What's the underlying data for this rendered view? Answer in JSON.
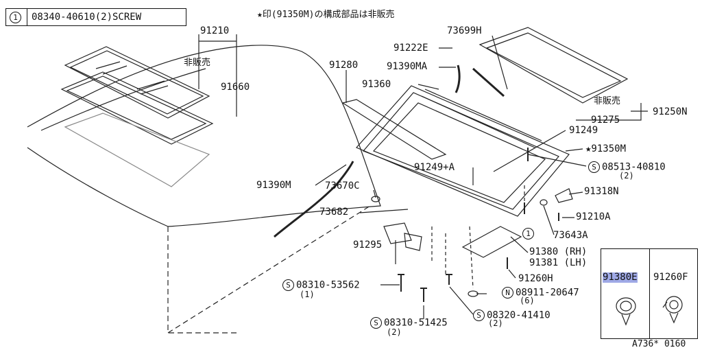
{
  "legend": {
    "number": "1",
    "text": "08340-40610(2)SCREW"
  },
  "note": "★印(91350M)の構成部品は非販売",
  "parts": {
    "p91210": "91210",
    "hihanbai1": "非販売",
    "p91660": "91660",
    "p91280": "91280",
    "p91222E": "91222E",
    "p73699H": "73699H",
    "p91390MA": "91390MA",
    "p91360": "91360",
    "hihanbai2": "非販売",
    "p91250N": "91250N",
    "p91275": "91275",
    "p91249": "91249",
    "p91350M": "★91350M",
    "p08513": "08513-40810",
    "p08513_qty": "(2)",
    "p91249A": "91249+A",
    "p91390M": "91390M",
    "p73670C": "73670C",
    "p91318N": "91318N",
    "p73682": "73682",
    "p91210A": "91210A",
    "p73643A": "73643A",
    "ref1": "1",
    "p91295": "91295",
    "p91380": "91380 (RH)",
    "p91381": "91381 (LH)",
    "p91260H": "91260H",
    "p08310_53562": "08310-53562",
    "p08310_53562_qty": "(1)",
    "p08911": "08911-20647",
    "p08911_qty": "(6)",
    "p08320": "08320-41410",
    "p08320_qty": "(2)",
    "p08310_51425": "08310-51425",
    "p08310_51425_qty": "(2)",
    "inset_91380E": "91380E",
    "inset_91260F": "91260F",
    "figure_code": "A736* 0160"
  },
  "symbols": {
    "S": "S",
    "N": "N"
  }
}
